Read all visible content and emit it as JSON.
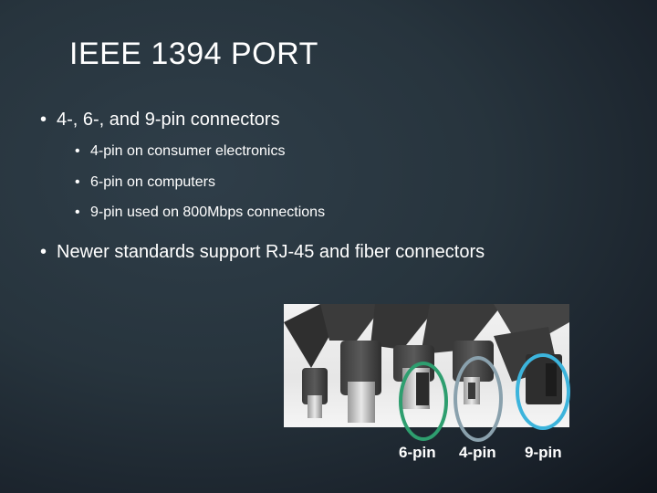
{
  "slide": {
    "title": "IEEE 1394 PORT",
    "bullets": [
      {
        "text": "4-, 6-, and 9-pin connectors",
        "sub": [
          "4-pin on consumer electronics",
          "6-pin on computers",
          "9-pin used on 800Mbps connections"
        ]
      },
      {
        "text": "Newer standards support RJ-45 and fiber connectors"
      }
    ],
    "bullet_glyph": "•",
    "image": {
      "description": "photo of cable connectors with highlighted FireWire plugs",
      "highlights": [
        {
          "label": "6-pin",
          "color": "#2e9e6f"
        },
        {
          "label": "4-pin",
          "color": "#8aa1ad"
        },
        {
          "label": "9-pin",
          "color": "#3cb4dc"
        }
      ]
    }
  },
  "colors": {
    "background": "#27343d",
    "text": "#ffffff"
  }
}
